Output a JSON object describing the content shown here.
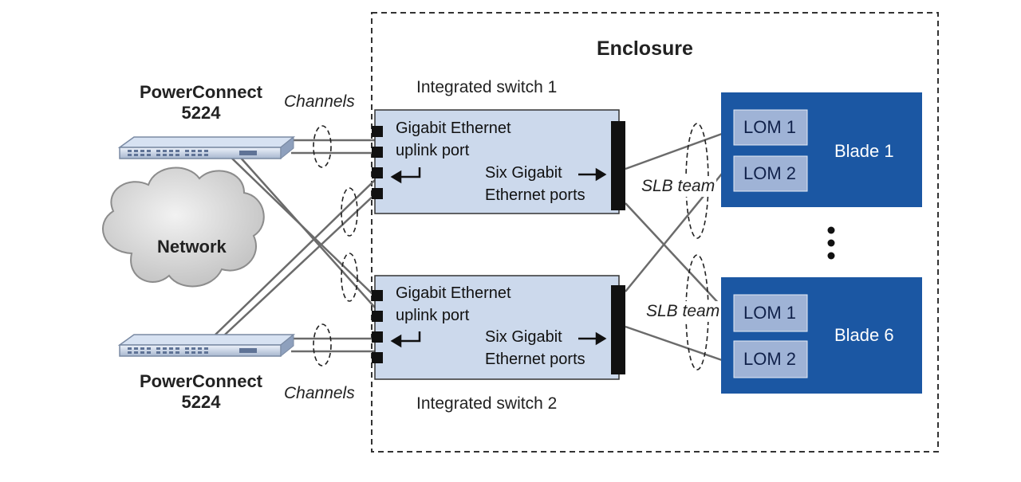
{
  "enclosure": {
    "title": "Enclosure"
  },
  "network": {
    "label": "Network",
    "icon": "cloud-icon"
  },
  "powerconnect_top": {
    "label_line1": "PowerConnect",
    "label_line2": "5224",
    "icon": "network-switch-icon"
  },
  "powerconnect_bottom": {
    "label_line1": "PowerConnect",
    "label_line2": "5224",
    "icon": "network-switch-icon"
  },
  "channels_top": "Channels",
  "channels_bottom": "Channels",
  "switch1": {
    "title": "Integrated switch 1",
    "uplink_line1": "Gigabit Ethernet",
    "uplink_line2": "uplink port",
    "ports_line1": "Six Gigabit",
    "ports_line2": "Ethernet ports"
  },
  "switch2": {
    "title": "Integrated switch 2",
    "uplink_line1": "Gigabit Ethernet",
    "uplink_line2": "uplink port",
    "ports_line1": "Six Gigabit",
    "ports_line2": "Ethernet ports"
  },
  "slb_team_top": "SLB team",
  "slb_team_bottom": "SLB team",
  "blade1": {
    "label": "Blade 1",
    "lom1": "LOM 1",
    "lom2": "LOM 2"
  },
  "blade6": {
    "label": "Blade 6",
    "lom1": "LOM 1",
    "lom2": "LOM 2"
  },
  "ellipsis_icon": "vertical-ellipsis-icon",
  "colors": {
    "blade_fill": "#1b57a3",
    "lom_fill": "#9fb3d6",
    "switch_fill": "#ccd9ec",
    "cable": "#6b6b6b",
    "port": "#111111",
    "cloud": "#d7d7d7"
  }
}
